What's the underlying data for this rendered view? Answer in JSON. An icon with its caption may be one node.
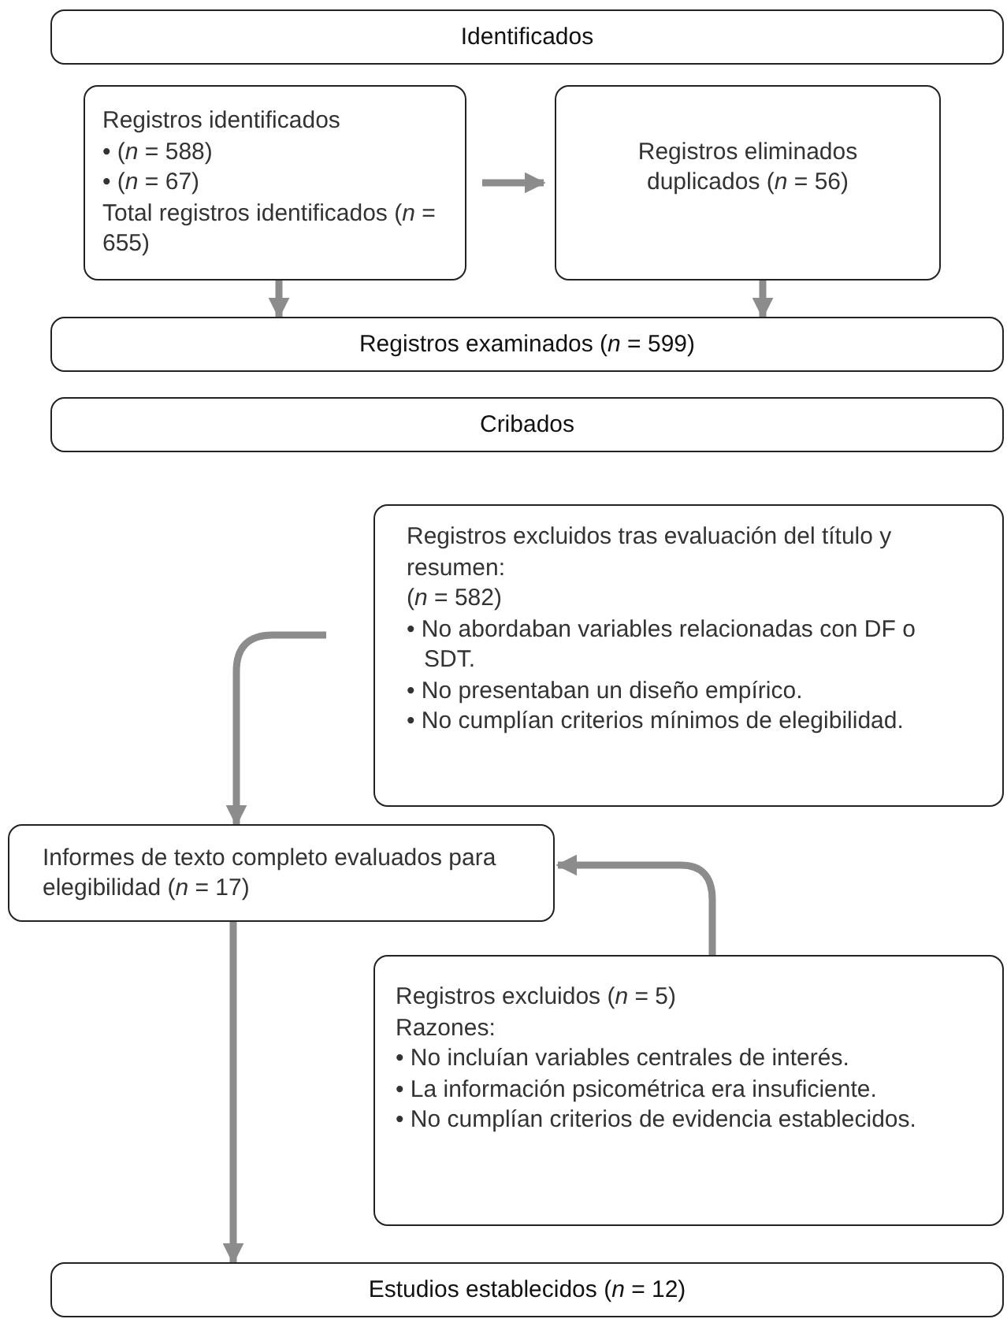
{
  "diagram": {
    "nodes": [
      {
        "text": [
          "Identificados"
        ]
      },
      {
        "text": [
          "Registros identificados",
          "• (*n* = 588)",
          "• (*n* = 67)",
          "Total registros identificados (*n* = 655)"
        ]
      },
      {
        "text": [
          "Registros eliminados duplicados (*n* = 56)"
        ]
      },
      {
        "text": [
          "Registros examinados (*n* = 599)"
        ]
      },
      {
        "text": [
          "Cribados"
        ]
      },
      {
        "text": [
          "Registros excluidos tras evaluación del título y resumen:",
          "(*n* = 582)",
          "• No abordaban variables relacionadas con DF o SDT.",
          "• No presentaban un diseño empírico.",
          "• No cumplían criterios mínimos de elegibilidad."
        ]
      },
      {
        "text": [
          "Informes de texto completo evaluados para elegibilidad (*n* = 17)"
        ]
      },
      {
        "text": [
          "Registros excluidos (*n* = 5)",
          "Razones:",
          "• No incluían variables centrales de interés.",
          "• La información psicométrica era insuficiente.",
          "• No cumplían criterios de evidencia establecidos."
        ]
      },
      {
        "text": [
          "Estudios establecidos (*n* = 12)"
        ]
      }
    ],
    "edges": [
      {
        "from": 1,
        "to": 2,
        "arrow": "to"
      },
      {
        "from": 1,
        "to": 3,
        "arrow": "to"
      },
      {
        "from": 2,
        "to": 3,
        "arrow": "to"
      },
      {
        "from": 5,
        "to": 6,
        "arrow": "to"
      },
      {
        "from": 7,
        "to": 6,
        "arrow": "to"
      },
      {
        "from": 6,
        "to": 8,
        "arrow": "to"
      }
    ]
  }
}
